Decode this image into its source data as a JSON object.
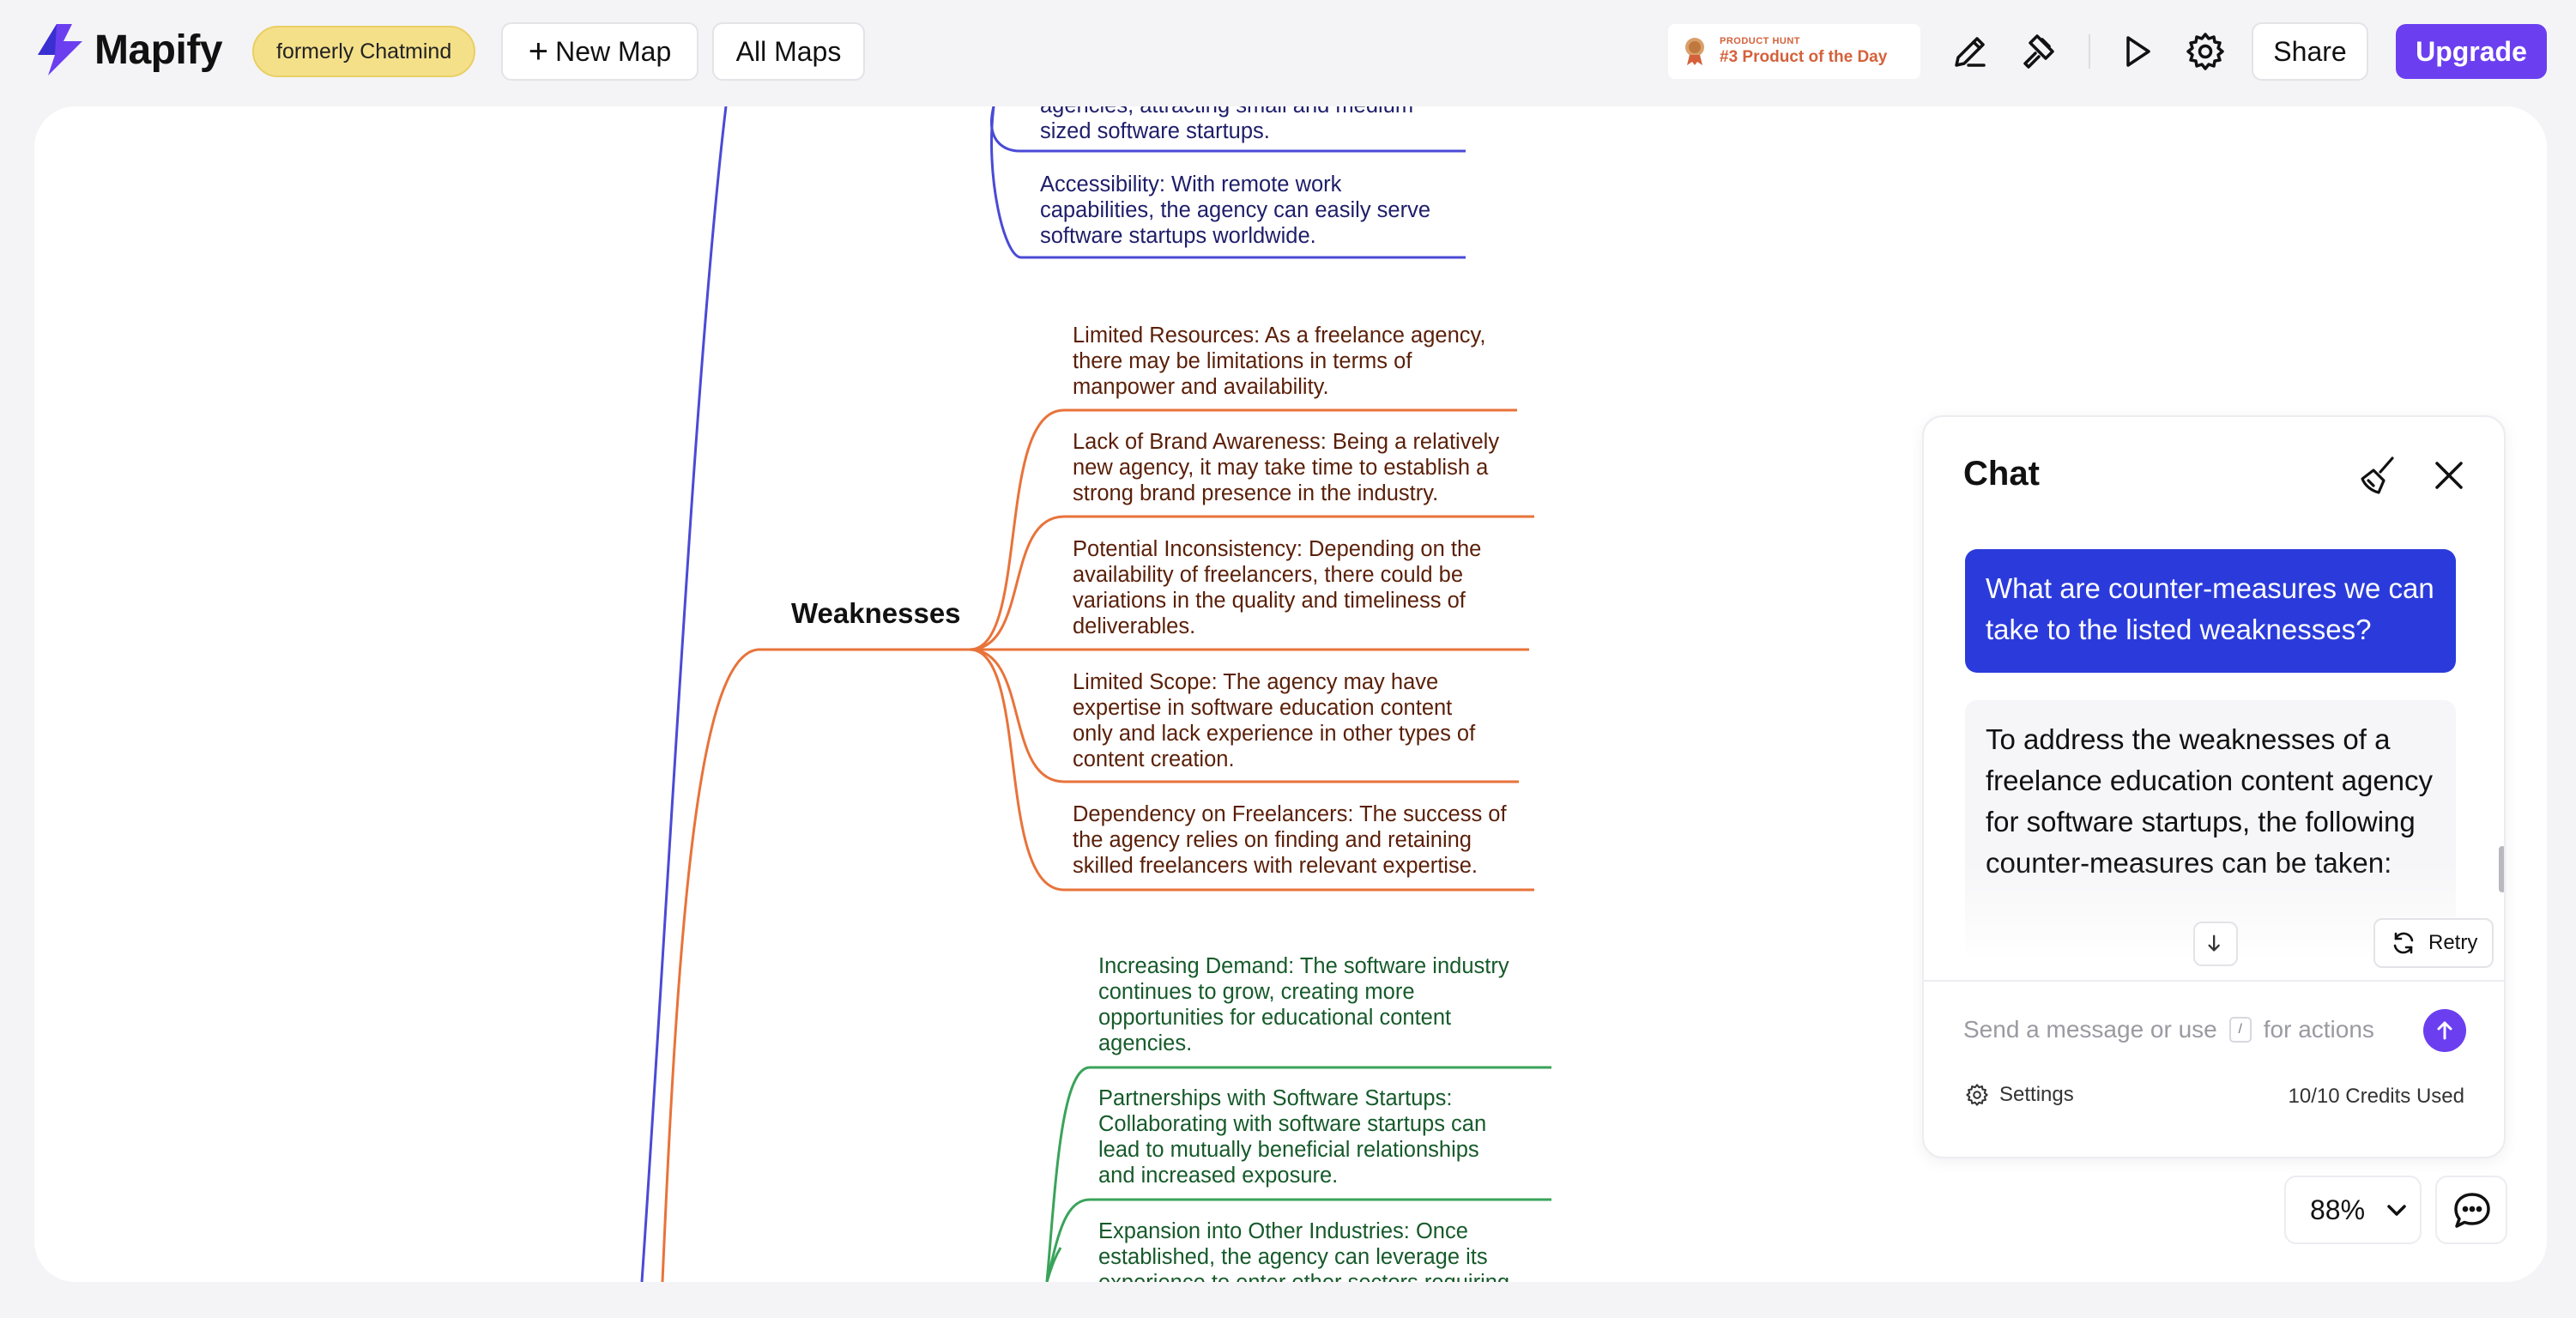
{
  "app": {
    "name": "Mapify",
    "formerly": "formerly Chatmind"
  },
  "toolbar": {
    "new_map": "New Map",
    "all_maps": "All Maps",
    "product_hunt_small": "PRODUCT HUNT",
    "product_hunt_big": "#3 Product of the Day",
    "share": "Share",
    "upgrade": "Upgrade"
  },
  "colors": {
    "accent": "#6b3ff0",
    "user_bubble": "#2b3bdb",
    "branch_blue": "#4a4ad6",
    "branch_orange": "#e8733a",
    "branch_green": "#3aa35a"
  },
  "mindmap": {
    "opportunities_top": [
      {
        "lines": [
          "agencies, attracting small and medium",
          "sized software startups."
        ]
      },
      {
        "lines": [
          "Accessibility: With remote work",
          "capabilities, the agency can easily serve",
          "software startups worldwide."
        ]
      }
    ],
    "weaknesses_label": "Weaknesses",
    "weaknesses": [
      {
        "lines": [
          "Limited Resources: As a freelance agency,",
          "there may be limitations in terms of",
          "manpower and availability."
        ]
      },
      {
        "lines": [
          "Lack of Brand Awareness: Being a relatively",
          "new agency, it may take time to establish a",
          "strong brand presence in the industry."
        ]
      },
      {
        "lines": [
          "Potential Inconsistency: Depending on the",
          "availability of freelancers, there could be",
          "variations in the quality and timeliness of",
          "deliverables."
        ]
      },
      {
        "lines": [
          "Limited Scope: The agency may have",
          "expertise in software education content",
          "only and lack experience in other types of",
          "content creation."
        ]
      },
      {
        "lines": [
          "Dependency on Freelancers: The success of",
          "the agency relies on finding and retaining",
          "skilled freelancers with relevant expertise."
        ]
      }
    ],
    "opportunities": [
      {
        "lines": [
          "Increasing Demand: The software industry",
          "continues to grow, creating more",
          "opportunities for educational content",
          "agencies."
        ]
      },
      {
        "lines": [
          "Partnerships with Software Startups:",
          "Collaborating with software startups can",
          "lead to mutually beneficial relationships",
          "and increased exposure."
        ]
      },
      {
        "lines": [
          "Expansion into Other Industries: Once",
          "established, the agency can leverage its",
          "experience to enter other sectors requiring"
        ]
      }
    ]
  },
  "chat": {
    "title": "Chat",
    "user_message": "What are counter-measures we can take to the listed weaknesses?",
    "bot_message": "To address the weaknesses of a freelance education content agency for software startups, the following counter-measures can be taken:",
    "retry": "Retry",
    "input_before": "Send a message or use",
    "input_slash": "/",
    "input_after": "for actions",
    "settings": "Settings",
    "credits": "10/10 Credits Used"
  },
  "zoom": {
    "level": "88%"
  }
}
